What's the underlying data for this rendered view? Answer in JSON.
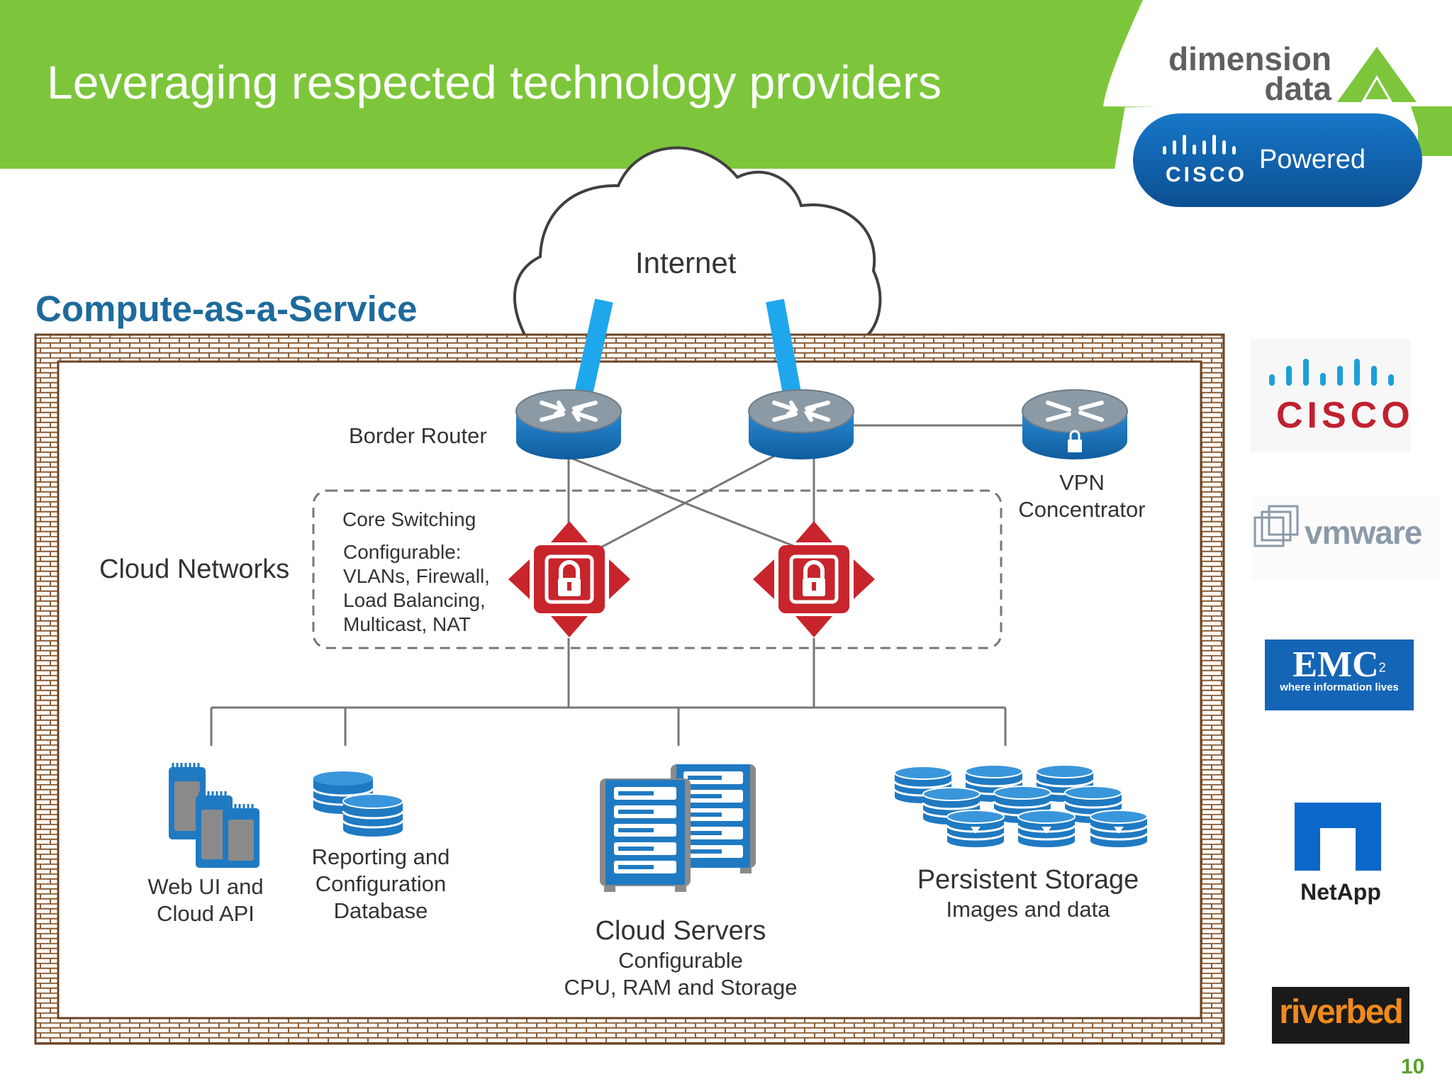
{
  "slide": {
    "title": "Leveraging respected technology providers",
    "section_title": "Compute-as-a-Service",
    "page_number": "10"
  },
  "branding": {
    "company_line1": "dimension",
    "company_line2": "data",
    "cisco_wordmark": "CISCO",
    "powered_label": "Powered"
  },
  "diagram": {
    "internet_label": "Internet",
    "border_router_label": "Border Router",
    "vpn_label_line1": "VPN",
    "vpn_label_line2": "Concentrator",
    "cloud_networks_label": "Cloud Networks",
    "core_switching_title": "Core Switching",
    "core_switching_details": [
      "Configurable:",
      "VLANs, Firewall,",
      "Load Balancing,",
      "Multicast, NAT"
    ],
    "web_ui_label": [
      "Web UI and",
      "Cloud API"
    ],
    "reporting_label": [
      "Reporting and",
      "Configuration",
      "Database"
    ],
    "cloud_servers_title": "Cloud Servers",
    "cloud_servers_details": [
      "Configurable",
      "CPU, RAM and Storage"
    ],
    "storage_title": "Persistent Storage",
    "storage_subtitle": "Images and data"
  },
  "partners": {
    "cisco": "CISCO",
    "vmware": "vmware",
    "emc": "EMC",
    "emc_superscript": "2",
    "emc_tagline": "where information lives",
    "netapp": "NetApp",
    "riverbed": "riverbed"
  },
  "colors": {
    "brand_green": "#7dc63b",
    "title_blue": "#1e6a9c",
    "router_blue": "#1f7ac2",
    "switch_red": "#c8242c",
    "wall_brown": "#8a5a33",
    "link_blue": "#1ea7ec"
  }
}
